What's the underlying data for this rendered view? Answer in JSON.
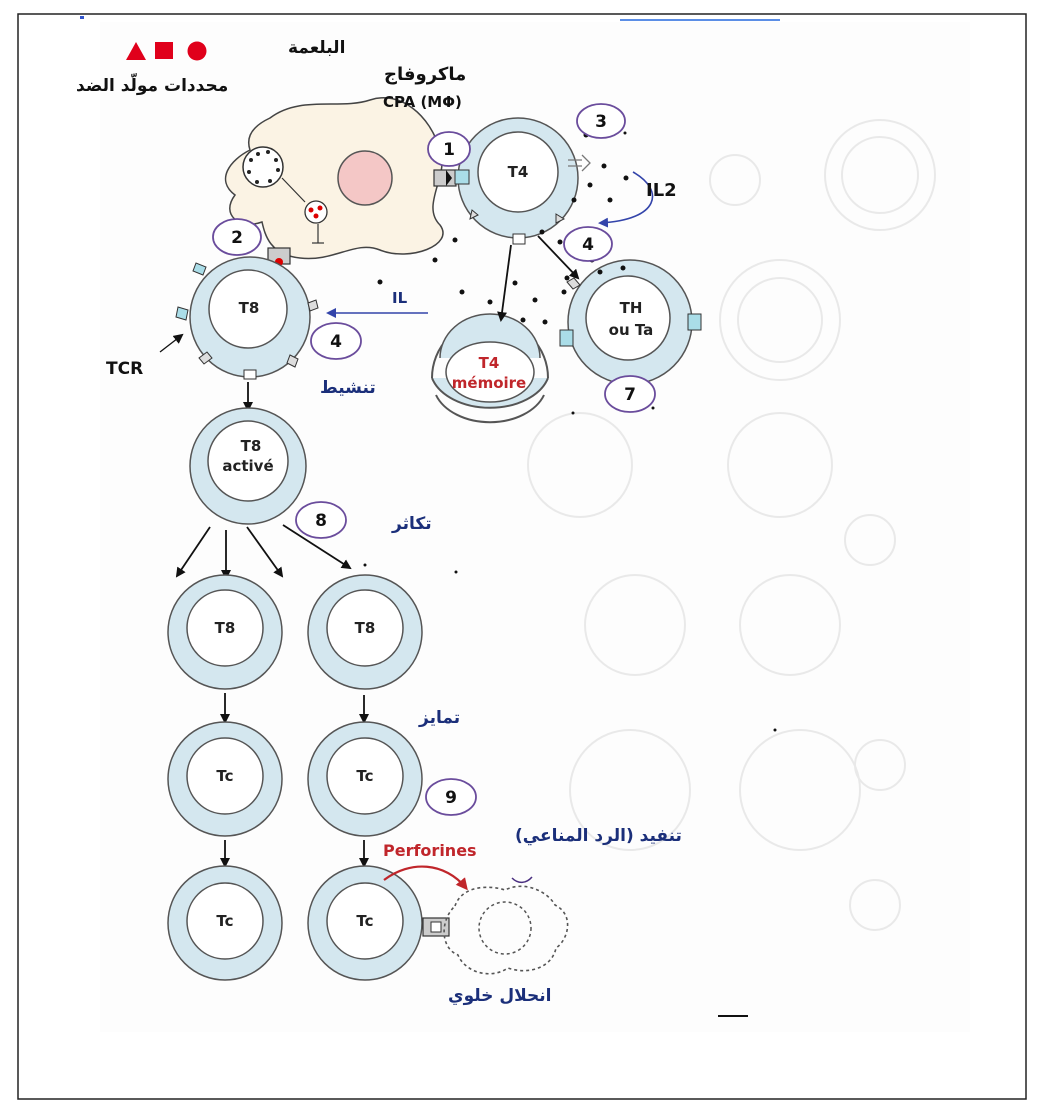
{
  "legend": {
    "label": "محددات مولّد الضد",
    "shapes": [
      "triangle",
      "square",
      "circle"
    ],
    "shape_color": "#e0001b"
  },
  "phagocytosis": {
    "label": "البلعمة",
    "macrophage_label": "ماكروفاج",
    "cpa_label": "CPA (MΦ)"
  },
  "cells": {
    "t4": "T4",
    "t8": "T8",
    "t8_active_1": "T8",
    "t8_active_2": "activé",
    "t4_memory_1": "T4",
    "t4_memory_2": "mémoire",
    "th_1": "TH",
    "th_2": "ou Ta",
    "t8_a": "T8",
    "t8_b": "T8",
    "tc_1": "Tc",
    "tc_2": "Tc",
    "tc_3": "Tc",
    "tc_4": "Tc"
  },
  "labels": {
    "il2": "IL2",
    "il": "IL",
    "tcr": "TCR",
    "activation": "تنشيط",
    "proliferation": "تكاثر",
    "differentiation": "تمايز",
    "execution": "تنفيد (الرد المناعي)",
    "perforines": "Perforines",
    "lysis": "انحلال خلوي"
  },
  "steps": [
    "1",
    "2",
    "3",
    "4",
    "4",
    "7",
    "8",
    "9"
  ],
  "colors": {
    "step_circle": "#6a4c9c",
    "arabic_navy": "#1b2f7a",
    "cell_fill": "#d4e7ef",
    "macrophage_fill": "#fbf3e4",
    "nucleus_fill": "#f4c7c6",
    "il_arrow": "#3344aa",
    "perforine_red": "#c0262b",
    "receptor_fill": "#aadde8"
  }
}
